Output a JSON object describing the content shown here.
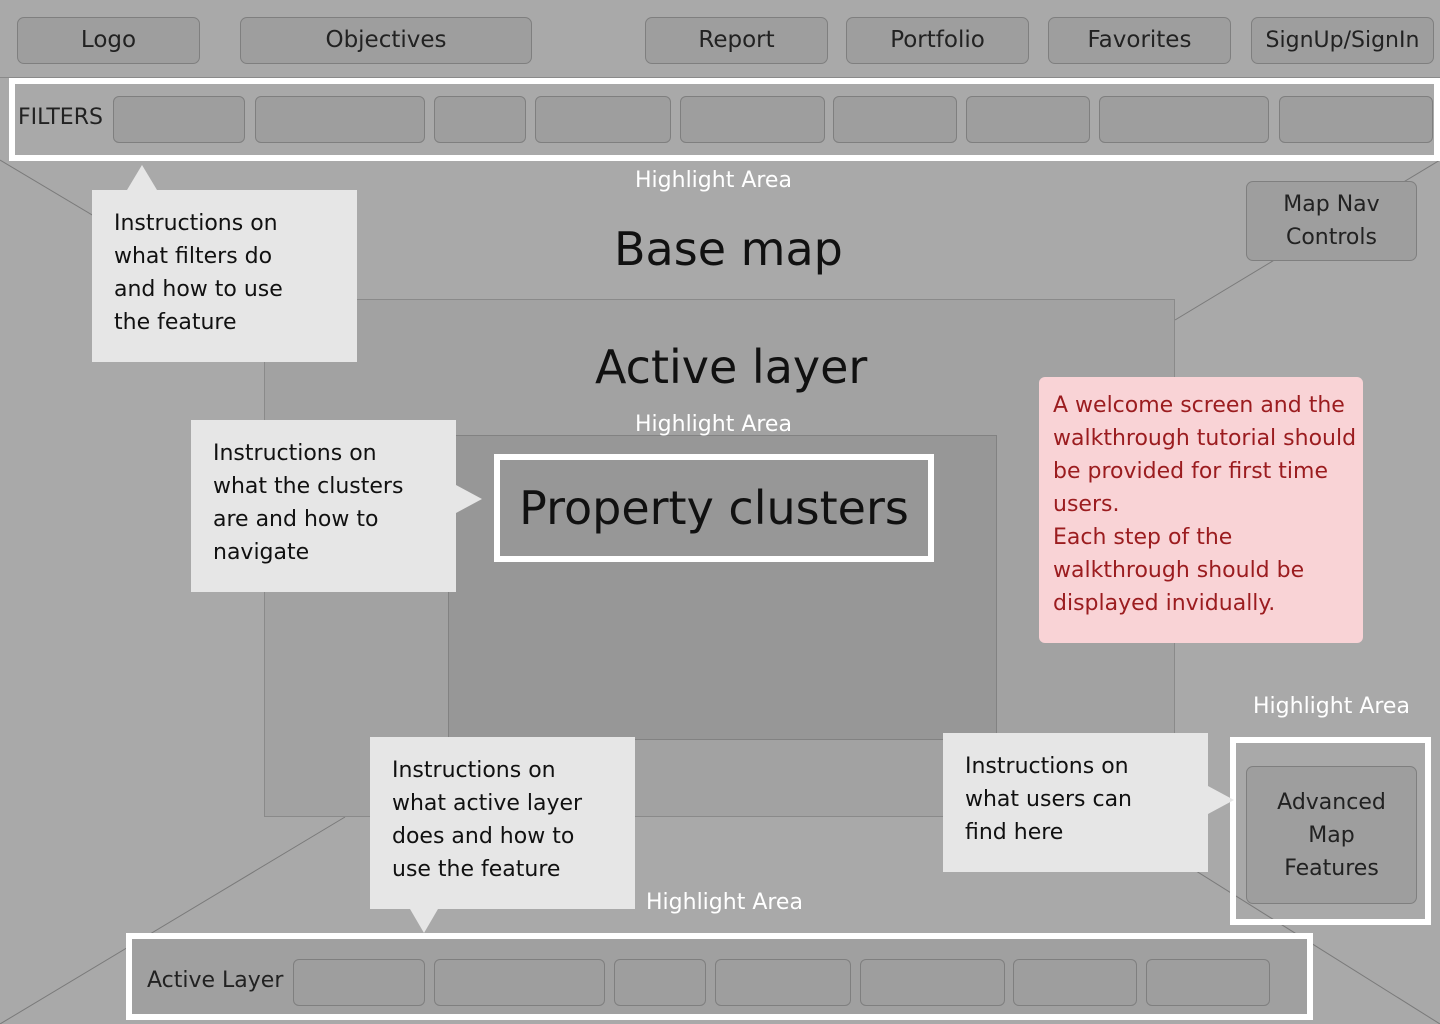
{
  "nav": {
    "logo": "Logo",
    "objectives": "Objectives",
    "report": "Report",
    "portfolio": "Portfolio",
    "favorites": "Favorites",
    "signup": "SignUp/SignIn"
  },
  "filters": {
    "label": "FILTERS"
  },
  "highlight_label": "Highlight Area",
  "map": {
    "base_map": "Base map",
    "active_layer": "Active layer",
    "property_clusters": "Property clusters",
    "map_nav_controls": "Map Nav\nControls",
    "advanced_map_features": "Advanced\nMap\nFeatures"
  },
  "tips": {
    "filters": "Instructions on\nwhat filters do\nand how to use\nthe feature",
    "clusters": "Instructions on\nwhat the clusters\nare and how to\nnavigate",
    "active_layer": "Instructions on\nwhat active layer\ndoes and how to\nuse the feature",
    "advanced": "Instructions on\nwhat users can\nfind here"
  },
  "note": "A welcome screen and the\nwalkthrough tutorial should\nbe provided for first time\nusers.\nEach step of the\nwalkthrough should be\ndisplayed invidually.",
  "bottom_bar": {
    "label": "Active Layer"
  },
  "colors": {
    "background": "#a9a9a9",
    "highlight": "#ffffff",
    "note_bg": "#f9d3d6",
    "note_text": "#9b1c1f"
  }
}
